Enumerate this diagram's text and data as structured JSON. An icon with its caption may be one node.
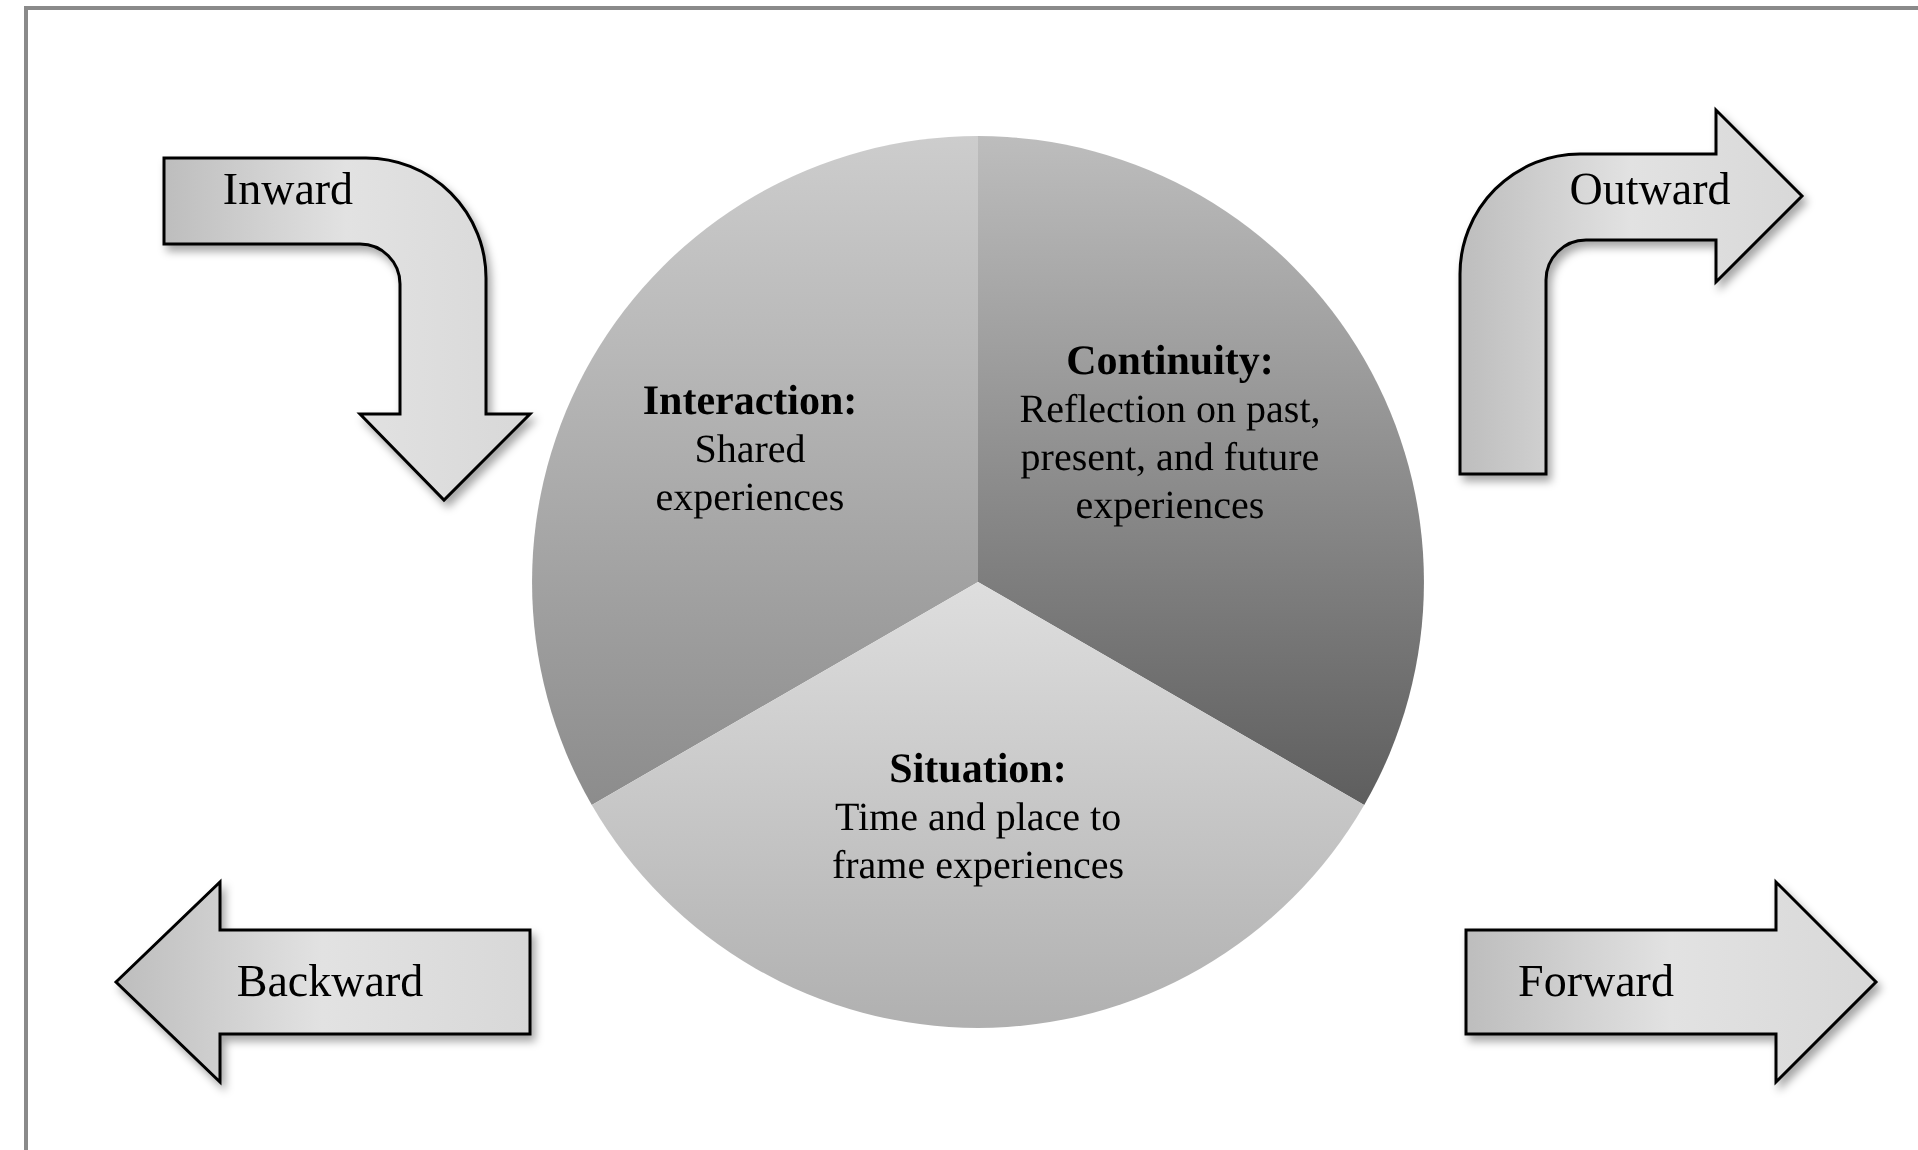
{
  "diagram": {
    "nodes": [
      {
        "text": [
          "Inward"
        ]
      },
      {
        "text": [
          "Outward"
        ]
      },
      {
        "text": [
          "Interaction:",
          "Shared experiences"
        ]
      },
      {
        "text": [
          "Continuity:",
          "Reflection on past, present, and future experiences"
        ]
      },
      {
        "text": [
          "**Situation**:",
          "Time and place to frame experiences"
        ]
      },
      {
        "text": [
          "Backward"
        ]
      },
      {
        "text": [
          "Forward"
        ]
      }
    ]
  }
}
